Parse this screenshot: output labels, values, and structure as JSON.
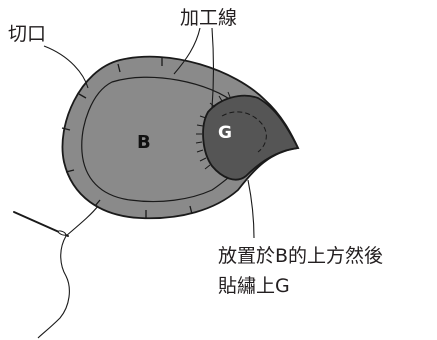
{
  "labels": {
    "cut_edge": "切口",
    "process_line": "加工線",
    "piece_b": "B",
    "piece_g": "G",
    "instruction_line1": "放置於B的上方然後",
    "instruction_line2": "貼繡上G"
  },
  "colors": {
    "piece_b_fill": "#8a8a8a",
    "piece_g_fill": "#555555",
    "outline": "#1a1a1a",
    "background": "#ffffff"
  }
}
